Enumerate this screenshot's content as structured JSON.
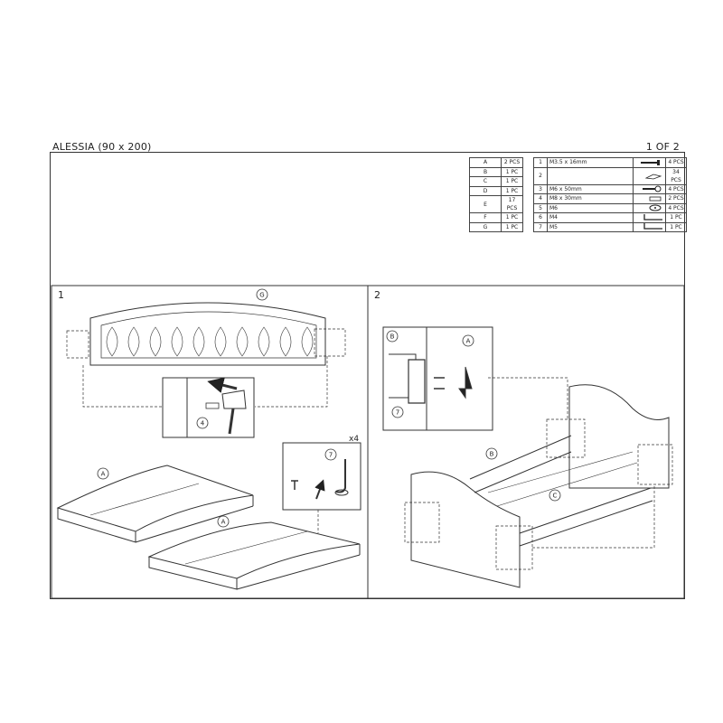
{
  "header": {
    "title": "ALESSIA (90 x 200)",
    "page": "1 OF 2"
  },
  "parts": [
    {
      "letter": "A",
      "qty": "2 PCS"
    },
    {
      "letter": "B",
      "qty": "1 PC"
    },
    {
      "letter": "C",
      "qty": "1 PC"
    },
    {
      "letter": "D",
      "qty": "1 PC"
    },
    {
      "letter": "E",
      "qty": "17 PCS"
    },
    {
      "letter": "F",
      "qty": "1 PC"
    },
    {
      "letter": "G",
      "qty": "1 PC"
    }
  ],
  "hardware": [
    {
      "num": "1",
      "desc": "M3.5 x 16mm",
      "icon": "screw-icon",
      "qty": "4 PCS"
    },
    {
      "num": "2",
      "desc": "",
      "icon": "slat-holder-icon",
      "qty": "34 PCS"
    },
    {
      "num": "3",
      "desc": "M6 x 50mm",
      "icon": "bolt-icon",
      "qty": "4 PCS"
    },
    {
      "num": "4",
      "desc": "M8 x 30mm",
      "icon": "dowel-icon",
      "qty": "2 PCS"
    },
    {
      "num": "5",
      "desc": "M6",
      "icon": "washer-icon",
      "qty": "4 PCS"
    },
    {
      "num": "6",
      "desc": "M4",
      "icon": "allen-key-icon",
      "qty": "1 PC"
    },
    {
      "num": "7",
      "desc": "M5",
      "icon": "allen-key-icon",
      "qty": "1 PC"
    }
  ],
  "steps": [
    {
      "number": "1",
      "callouts": {
        "headboard": "G",
        "dowel": "4",
        "rail1": "A",
        "rail2": "A",
        "key": "7",
        "multiplier": "x4"
      }
    },
    {
      "number": "2",
      "callouts": {
        "bracket": "B",
        "key": "7",
        "arrow": "A",
        "rail": "B",
        "slats": "C"
      }
    }
  ]
}
